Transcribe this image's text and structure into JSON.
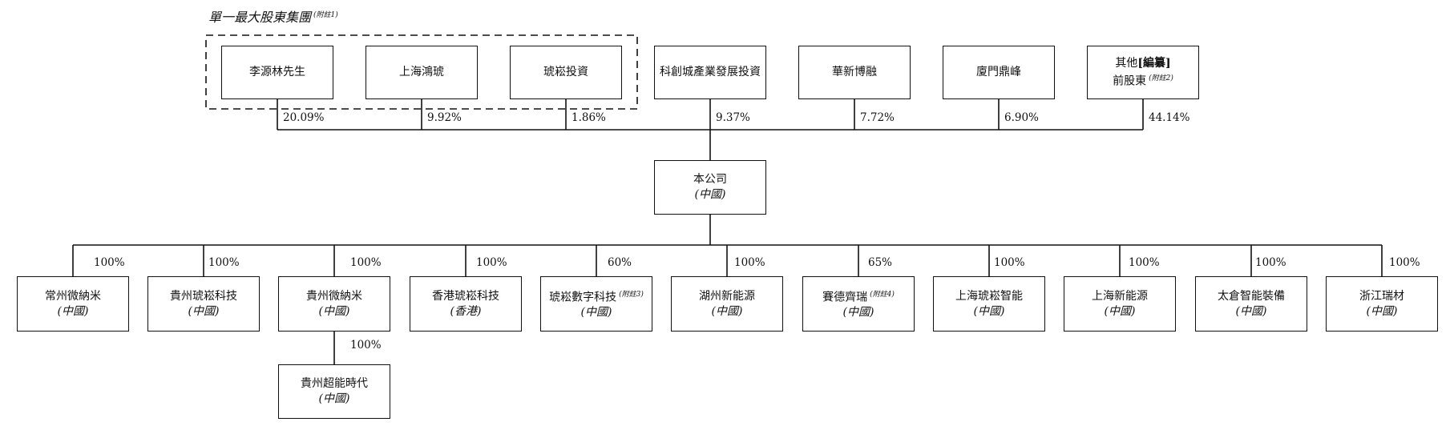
{
  "group_title": "單一最大股東集團",
  "group_note": "(附註1)",
  "shareholders": [
    {
      "name": "李源林先生",
      "pct": "20.09%"
    },
    {
      "name": "上海鴻琥",
      "pct": "9.92%"
    },
    {
      "name": "琥崧投資",
      "pct": "1.86%"
    },
    {
      "name": "科創城產業發展投資",
      "pct": "9.37%"
    },
    {
      "name": "華新博融",
      "pct": "7.72%"
    },
    {
      "name": "廈門鼎峰",
      "pct": "6.90%"
    },
    {
      "name_line1_prefix": "其他",
      "name_line1_bold": "[編纂]",
      "name_line2": "前股東",
      "note": "(附註2)",
      "pct": "44.14%"
    }
  ],
  "company": {
    "name": "本公司",
    "sub": "(中國)"
  },
  "subsidiaries": [
    {
      "name": "常州微納米",
      "sub": "(中國)",
      "pct": "100%"
    },
    {
      "name": "貴州琥崧科技",
      "sub": "(中國)",
      "pct": "100%"
    },
    {
      "name": "貴州微納米",
      "sub": "(中國)",
      "pct": "100%"
    },
    {
      "name": "香港琥崧科技",
      "sub": "(香港)",
      "pct": "100%"
    },
    {
      "name": "琥崧數字科技",
      "note": "(附註3)",
      "sub": "(中國)",
      "pct": "60%"
    },
    {
      "name": "湖州新能源",
      "sub": "(中國)",
      "pct": "100%"
    },
    {
      "name": "賽德齊瑞",
      "note": "(附註4)",
      "sub": "(中國)",
      "pct": "65%"
    },
    {
      "name": "上海琥崧智能",
      "sub": "(中國)",
      "pct": "100%"
    },
    {
      "name": "上海新能源",
      "sub": "(中國)",
      "pct": "100%"
    },
    {
      "name": "太倉智能裝備",
      "sub": "(中國)",
      "pct": "100%"
    },
    {
      "name": "浙江瑞材",
      "sub": "(中國)",
      "pct": "100%"
    }
  ],
  "grandchild": {
    "name": "貴州超能時代",
    "sub": "(中國)",
    "pct": "100%"
  }
}
